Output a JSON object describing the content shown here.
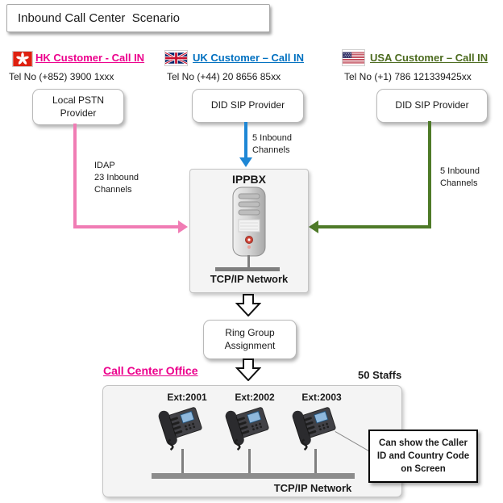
{
  "title": "Inbound Call Center  Scenario",
  "customers": {
    "hk": {
      "name": "HK Customer - Call IN",
      "tel": "Tel No (+852) 3900 1xxx",
      "provider": "Local PSTN\nProvider",
      "flag_icon": "hk-flag"
    },
    "uk": {
      "name": "UK Customer – Call IN",
      "tel": "Tel No (+44) 20 8656 85xx",
      "provider": "DID SIP Provider",
      "flag_icon": "uk-flag"
    },
    "usa": {
      "name": "USA Customer – Call IN",
      "tel": "Tel No (+1) 786 121339425xx",
      "provider": "DID SIP Provider",
      "flag_icon": "usa-flag"
    }
  },
  "channel_labels": {
    "pink": "IDAP\n23 Inbound\nChannels",
    "blue": "5 Inbound\nChannels",
    "green": "5 Inbound\nChannels"
  },
  "ippbx": {
    "label": "IPPBX",
    "network": "TCP/IP Network"
  },
  "flow": {
    "ring_group": "Ring Group\nAssignment"
  },
  "office": {
    "heading": "Call Center Office",
    "staffs": "50 Staffs",
    "extensions": [
      "Ext:2001",
      "Ext:2002",
      "Ext:2003"
    ],
    "network": "TCP/IP Network",
    "callout": "Can show  the Caller\nID and Country Code\non Screen"
  },
  "colors": {
    "hk_text": "#EC008C",
    "uk_text": "#0070C0",
    "usa_text": "#4C6B1F",
    "pink_arrow": "#F07CB4",
    "blue_arrow": "#1E87D5",
    "green_arrow": "#4E7A28"
  },
  "icons": {
    "server": "server-tower",
    "phone": "desk-phone",
    "flow_arrow": "block-down-arrow"
  }
}
